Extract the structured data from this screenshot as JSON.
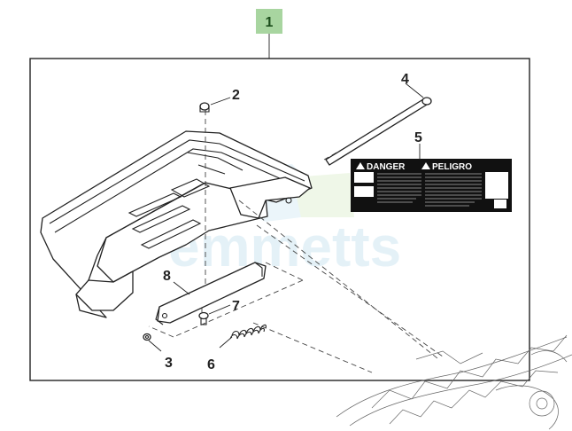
{
  "kit": {
    "label": "1",
    "badge_color": "#a8d5a0"
  },
  "callouts": [
    {
      "id": "2",
      "label": "2"
    },
    {
      "id": "3",
      "label": "3"
    },
    {
      "id": "4",
      "label": "4"
    },
    {
      "id": "5",
      "label": "5"
    },
    {
      "id": "6",
      "label": "6"
    },
    {
      "id": "7",
      "label": "7"
    },
    {
      "id": "8",
      "label": "8"
    }
  ],
  "decal": {
    "heading_left": "DANGER",
    "heading_right": "PELIGRO",
    "background": "#111111"
  },
  "watermark": {
    "text": "emmetts",
    "color": "#cfe6f2"
  }
}
